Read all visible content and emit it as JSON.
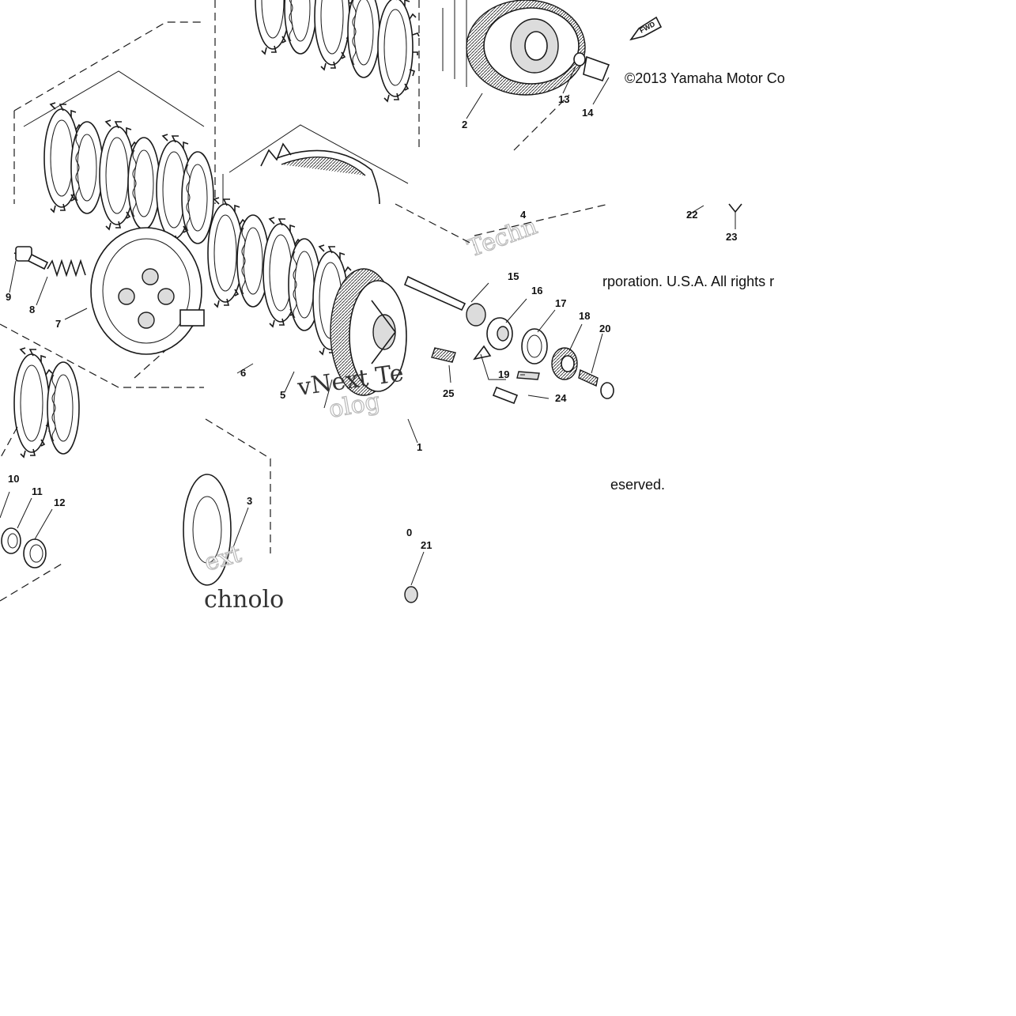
{
  "diagram": {
    "title": "",
    "copyright_line_1": "©2013 Yamaha Motor Co",
    "copyright_line_2": "rporation. U.S.A. All rights r",
    "copyright_line_3": "eserved.",
    "watermark_tile_b": "Techn",
    "watermark_tile_c": "vNext Te",
    "watermark_tile_c_lower": "olog",
    "watermark_tile_d": "ext",
    "watermark_tile_d_lower": "chnolo",
    "fwd_label": "FWD",
    "callouts": {
      "c1": "1",
      "c2": "2",
      "c3": "3",
      "c4": "4",
      "c5": "5",
      "c6": "6",
      "c7": "7",
      "c8": "8",
      "c9": "9",
      "c10": "10",
      "c11": "11",
      "c12": "12",
      "c13": "13",
      "c14": "14",
      "c15": "15",
      "c16": "16",
      "c17": "17",
      "c18": "18",
      "c19": "19",
      "c20": "20",
      "c20b": "0",
      "c21": "21",
      "c22": "22",
      "c23": "23",
      "c24": "24",
      "c25": "25"
    },
    "colors": {
      "ink": "#1a1a1a",
      "background": "#ffffff",
      "watermark_outline": "#b9b9b9"
    }
  }
}
